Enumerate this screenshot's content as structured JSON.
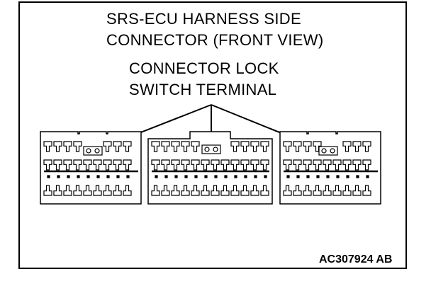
{
  "title": {
    "line1": "SRS-ECU HARNESS SIDE",
    "line2": "CONNECTOR (FRONT VIEW)"
  },
  "callout": {
    "line1": "CONNECTOR LOCK",
    "line2": "SWITCH TERMINAL"
  },
  "figure_code": "AC307924 AB",
  "colors": {
    "ink": "#000000",
    "paper": "#ffffff"
  }
}
